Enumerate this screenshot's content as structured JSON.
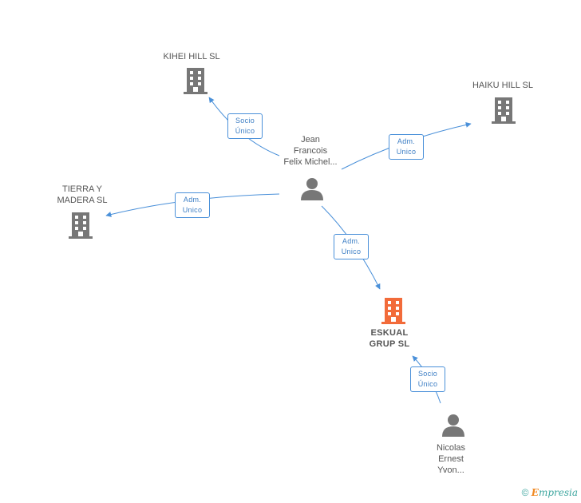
{
  "nodes": {
    "kihei": {
      "label": "KIHEI HILL SL",
      "type": "company"
    },
    "haiku": {
      "label": "HAIKU HILL SL",
      "type": "company"
    },
    "tierra": {
      "label": "TIERRA Y\nMADERA  SL",
      "type": "company"
    },
    "eskual": {
      "label": "ESKUAL\nGRUP  SL",
      "type": "company-main"
    },
    "jean": {
      "label": "Jean\nFrancois\nFelix Michel...",
      "type": "person"
    },
    "nicolas": {
      "label": "Nicolas\nErnest\nYvon...",
      "type": "person"
    }
  },
  "edges": {
    "jean_kihei": {
      "line1": "Socio",
      "line2": "Único"
    },
    "jean_haiku": {
      "line1": "Adm.",
      "line2": "Unico"
    },
    "jean_tierra": {
      "line1": "Adm.",
      "line2": "Unico"
    },
    "jean_eskual": {
      "line1": "Adm.",
      "line2": "Unico"
    },
    "nicolas_eskual": {
      "line1": "Socio",
      "line2": "Único"
    }
  },
  "colors": {
    "edge": "#4a90d9",
    "company_icon": "#777777",
    "main_company_icon": "#f26b3a",
    "person_icon": "#777777"
  },
  "footer": {
    "copyright": "©",
    "brand_first": "E",
    "brand_rest": "mpresia"
  }
}
